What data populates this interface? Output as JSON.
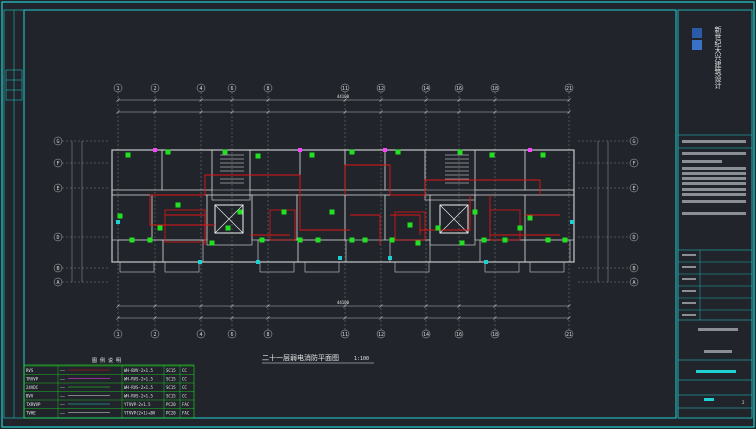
{
  "drawing": {
    "title": "二十一层弱电消防平面图",
    "scale": "1:100",
    "top_axes": [
      "1",
      "2",
      "4",
      "6",
      "8",
      "11",
      "12",
      "14",
      "16",
      "18",
      "21"
    ],
    "bottom_axes": [
      "1",
      "2",
      "4",
      "6",
      "8",
      "11",
      "12",
      "14",
      "16",
      "18",
      "21"
    ],
    "left_axes": [
      "G",
      "F",
      "E",
      "D",
      "B",
      "A"
    ],
    "right_axes": [
      "G",
      "F",
      "E",
      "D",
      "B",
      "A"
    ],
    "total_dim": "44100"
  },
  "legend": {
    "title": "图 例 说 明",
    "rows": [
      {
        "name": "RVS",
        "sym": "——",
        "spec": "WH-BVV-2×1.5",
        "size": "SC15",
        "loc": "CC"
      },
      {
        "name": "TRVVP",
        "sym": "——",
        "spec": "WH-RVS-2×1.5",
        "size": "SC15",
        "loc": "CC"
      },
      {
        "name": "24VDC",
        "sym": "——",
        "spec": "WH-RVS-2×1.5",
        "size": "SC15",
        "loc": "CC"
      },
      {
        "name": "BVV",
        "sym": "——",
        "spec": "WH-RVS-2×1.5",
        "size": "SC15",
        "loc": "CC"
      },
      {
        "name": "TXRVVP",
        "sym": "——",
        "spec": "YTVVP-2×1.5",
        "size": "PC20",
        "loc": "FAC"
      },
      {
        "name": "TVHE",
        "sym": "——",
        "spec": "YTVVP(2×1)+BV",
        "size": "PC20",
        "loc": "FAC"
      }
    ]
  },
  "title_block": {
    "company": "新世纪大兴建筑设计",
    "stamp": "2"
  },
  "colors": {
    "background": "#21252b",
    "frame": "#1fd0d0",
    "walls": "#c8c8c8",
    "wiring": "#e01515",
    "devices": "#22e022",
    "accent": "#ff40ff",
    "dims": "#b9b9b9"
  }
}
